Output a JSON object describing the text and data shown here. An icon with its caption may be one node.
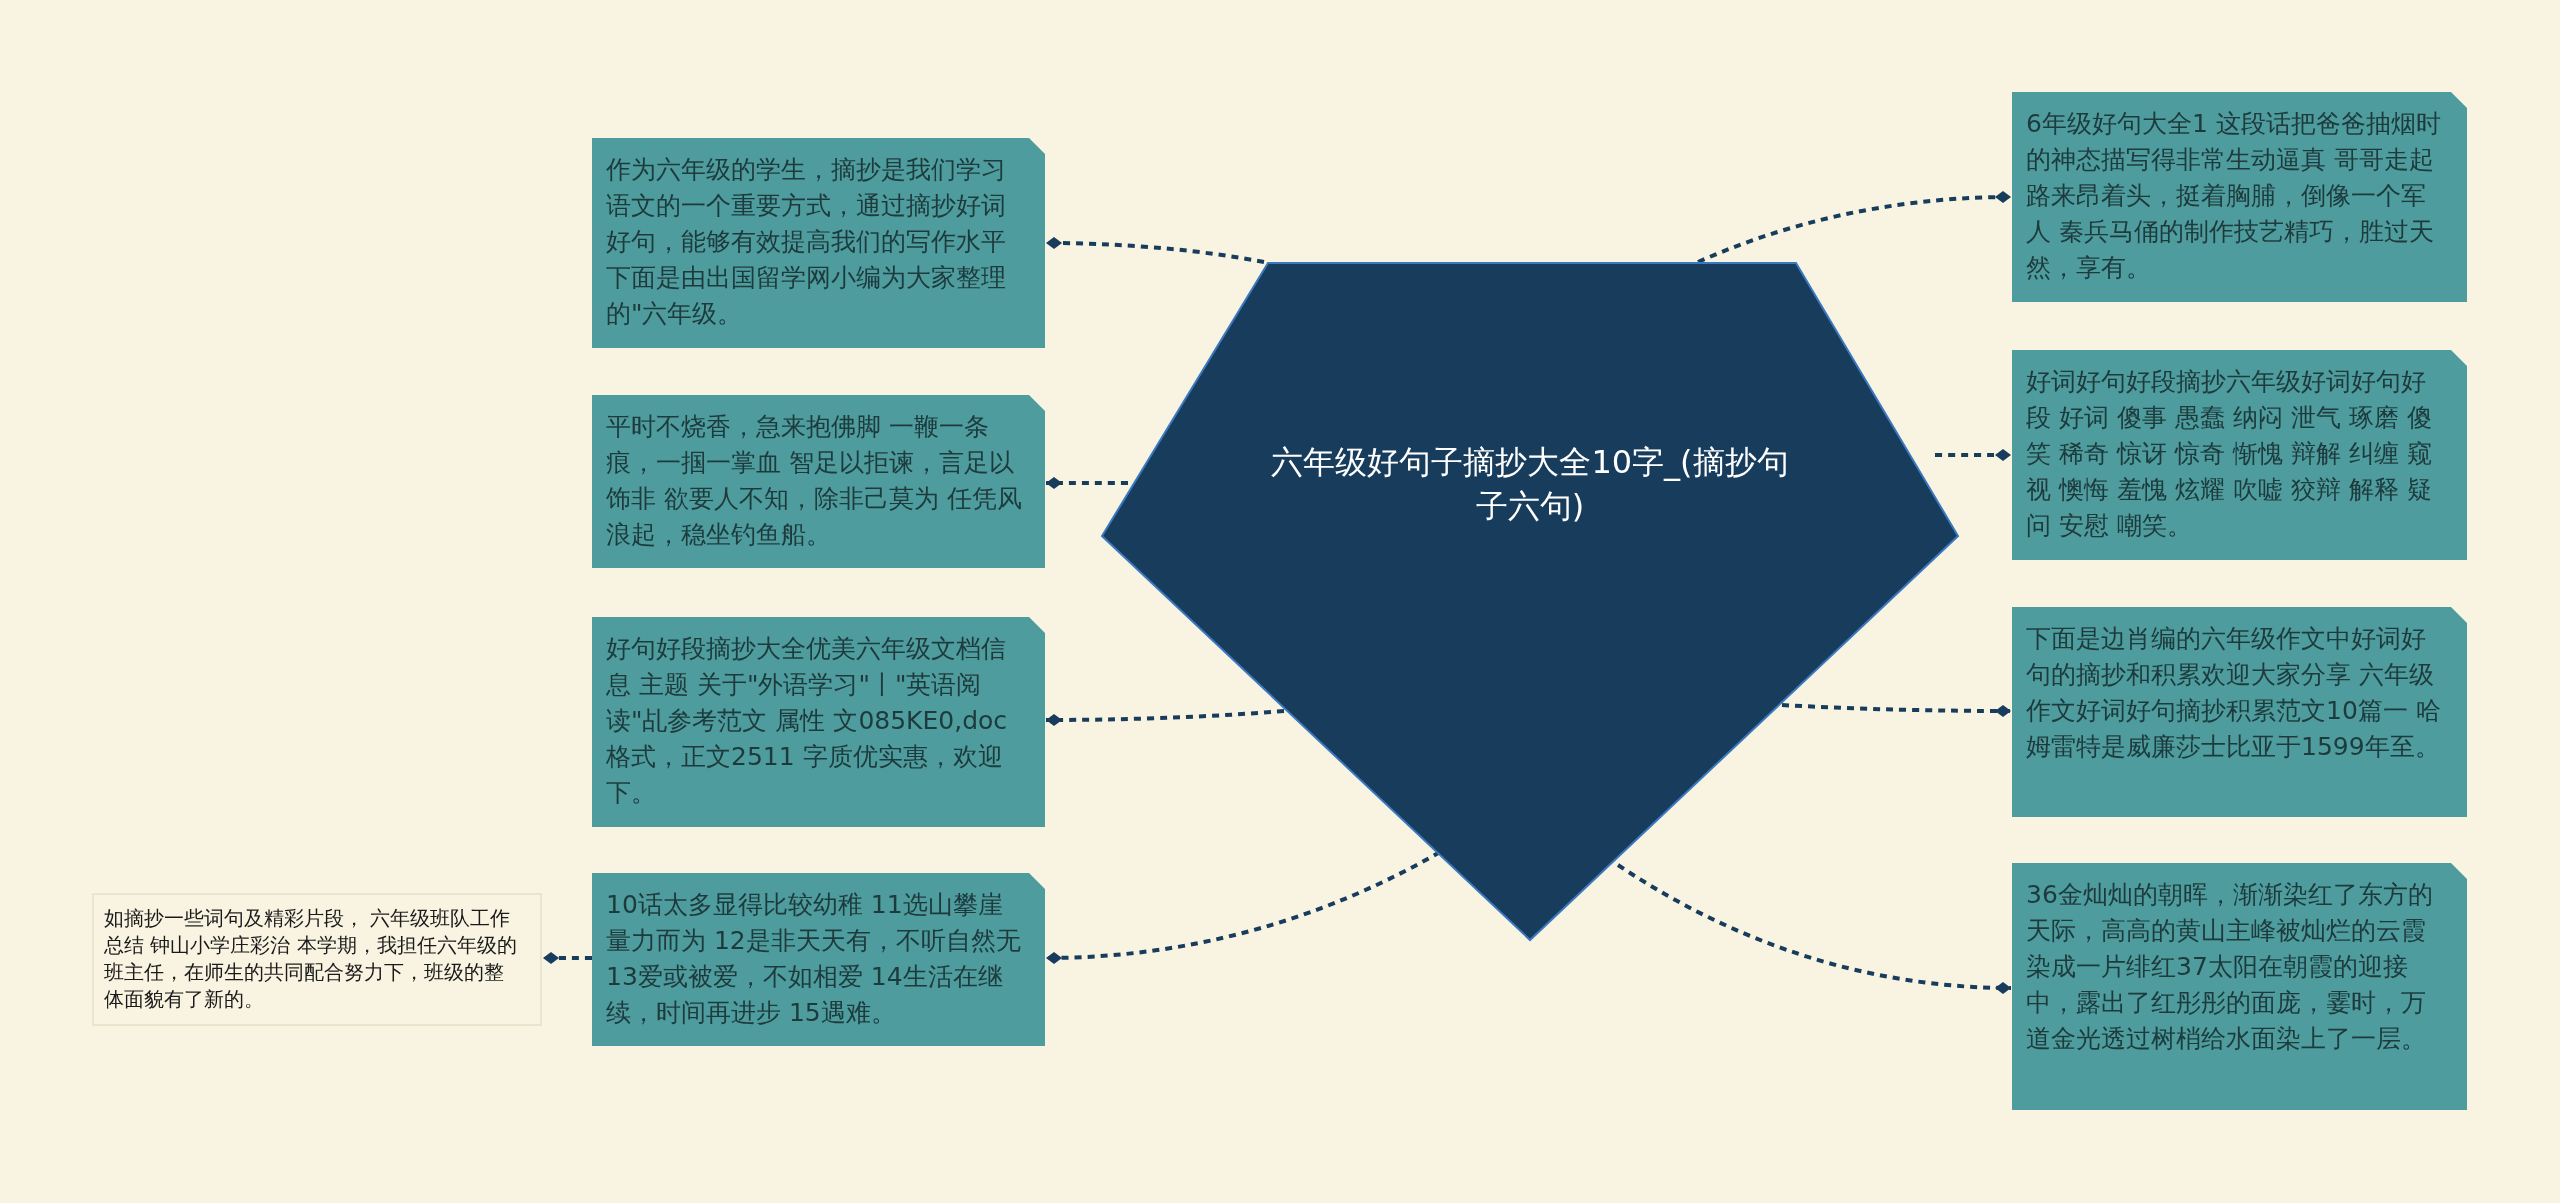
{
  "diagram": {
    "nodes": [
      {
        "text": [
          "六年级好句子摘抄大全10字_(摘抄句子六句)"
        ]
      },
      {
        "text": [
          "作为六年级的学生，摘抄是我们学习语文的一个重要方式，通过摘抄好词好句，能够有效提高我们的写作水平下面是由出国留学网小编为大家整理的\"六年级。"
        ]
      },
      {
        "text": [
          "平时不烧香，急来抱佛脚 一鞭一条痕，一掴一掌血 智足以拒谏，言足以饰非 欲要人不知，除非己莫为 任凭风浪起，稳坐钓鱼船。"
        ]
      },
      {
        "text": [
          "好句好段摘抄大全优美六年级文档信息 主题 关于\"外语学习\"丨\"英语阅读\"乩参考范文 属性 文085KE0,doc 格式，正文2511 字质优实惠，欢迎下。"
        ]
      },
      {
        "text": [
          "10话太多显得比较幼稚 11选山攀崖量力而为 12是非天天有，不听自然无 13爱或被爱，不如相爱 14生活在继续，时间再进步 15遇难。"
        ]
      },
      {
        "text": [
          "如摘抄一些词句及精彩片段， 六年级班队工作总结 钟山小学庄彩治 本学期，我担任六年级的班主任，在师生的共同配合努力下，班级的整体面貌有了新的。"
        ]
      },
      {
        "text": [
          "6年级好句大全1 这段话把爸爸抽烟时的神态描写得非常生动逼真 哥哥走起路来昂着头，挺着胸脯，倒像一个军人 秦兵马俑的制作技艺精巧，胜过天然，享有。"
        ]
      },
      {
        "text": [
          "好词好句好段摘抄六年级好词好句好段 好词  傻事  愚蠢 纳闷 泄气 琢磨 傻笑 稀奇 惊讶 惊奇 惭愧 辩解 纠缠 窥视 懊悔 羞愧 炫耀 吹嘘 狡辩 解释 疑问 安慰 嘲笑。"
        ]
      },
      {
        "text": [
          "下面是边肖编的六年级作文中好词好句的摘抄和积累欢迎大家分享 六年级作文好词好句摘抄积累范文10篇一 哈姆雷特是威廉莎士比亚于1599年至。"
        ]
      },
      {
        "text": [
          "36金灿灿的朝晖，渐渐染红了东方的天际，高高的黄山主峰被灿烂的云霞染成一片绯红37太阳在朝霞的迎接中，露出了红彤彤的面庞，霎时，万道金光透过树梢给水面染上了一层。"
        ]
      }
    ],
    "edges": [
      {
        "from": 0,
        "to": 1,
        "arrow": "other",
        "style": "dashed"
      },
      {
        "from": 0,
        "to": 2,
        "arrow": "other",
        "style": "dashed"
      },
      {
        "from": 0,
        "to": 3,
        "arrow": "other",
        "style": "dashed"
      },
      {
        "from": 0,
        "to": 4,
        "arrow": "other",
        "style": "dashed"
      },
      {
        "from": 4,
        "to": 5,
        "arrow": "other",
        "style": "dashed"
      },
      {
        "from": 0,
        "to": 6,
        "arrow": "other",
        "style": "dashed"
      },
      {
        "from": 0,
        "to": 7,
        "arrow": "other",
        "style": "dashed"
      },
      {
        "from": 0,
        "to": 8,
        "arrow": "other",
        "style": "dashed"
      },
      {
        "from": 0,
        "to": 9,
        "arrow": "other",
        "style": "dashed"
      }
    ]
  }
}
